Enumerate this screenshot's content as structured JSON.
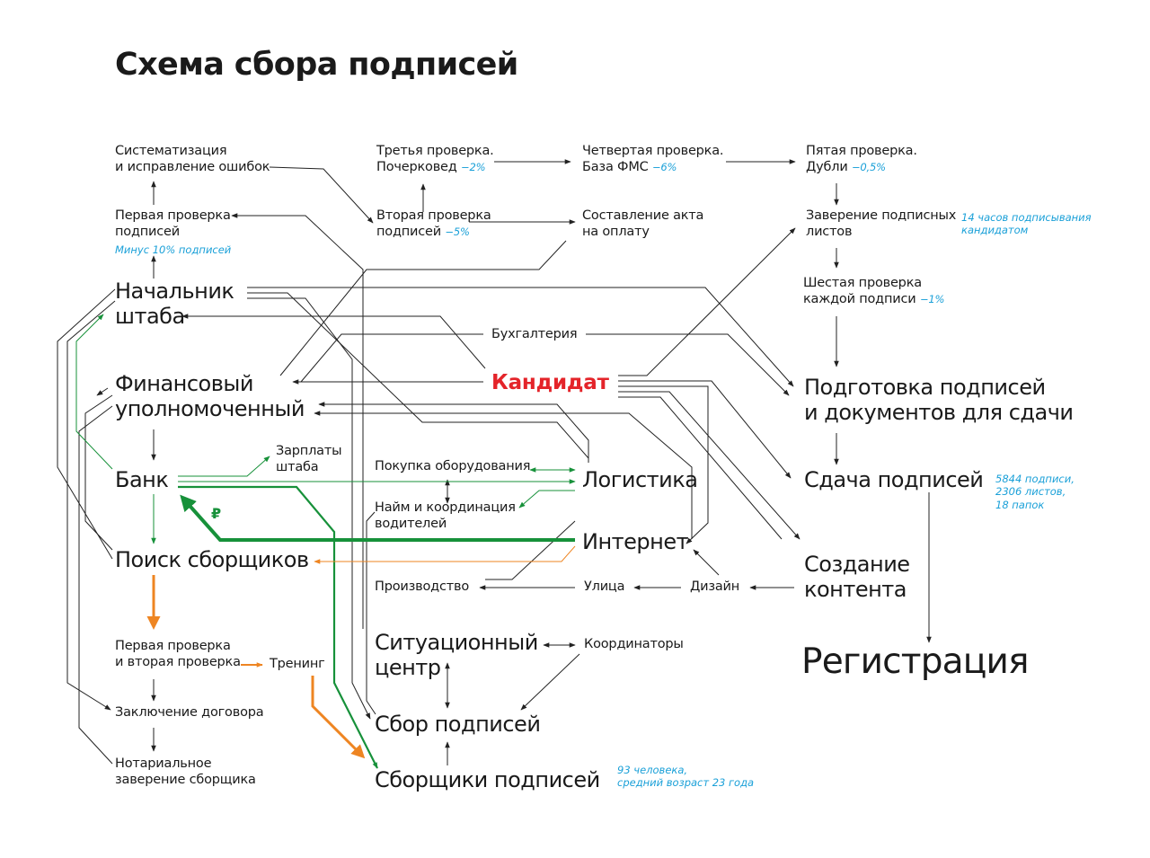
{
  "title": "Схема сбора подписей",
  "colors": {
    "text": "#1a1a1a",
    "line": "#222222",
    "candidate": "#e4242a",
    "note": "#1aa0d8",
    "green": "#17913a",
    "orange": "#ee8522"
  },
  "nodes": {
    "systematization": {
      "l1": "Систематизация",
      "l2": "и исправление ошибок"
    },
    "first_check": {
      "l1": "Первая проверка",
      "l2": "подписей"
    },
    "third_check": {
      "l1": "Третья проверка.",
      "l2": "Почерковед",
      "note": "−2%"
    },
    "second_check": {
      "l1": "Вторая проверка",
      "l2": "подписей",
      "note": "−5%"
    },
    "fourth_check": {
      "l1": "Четвертая проверка.",
      "l2": "База ФМС",
      "note": "−6%"
    },
    "act": {
      "l1": "Составление акта",
      "l2": "на оплату"
    },
    "fifth_check": {
      "l1": "Пятая проверка.",
      "l2": "Дубли",
      "note": "−0,5%"
    },
    "certification": {
      "l1": "Заверение подписных",
      "l2": "листов"
    },
    "sixth_check": {
      "l1": "Шестая проверка",
      "l2": "каждой подписи",
      "note": "−1%"
    },
    "chief": {
      "l1": "Начальник",
      "l2": "штаба"
    },
    "accounting": "Бухгалтерия",
    "financial": {
      "l1": "Финансовый",
      "l2": "уполномоченный"
    },
    "candidate": "Кандидат",
    "preparation": {
      "l1": "Подготовка подписей",
      "l2": "и документов для сдачи"
    },
    "bank": "Банк",
    "salaries": {
      "l1": "Зарплаты",
      "l2": "штаба"
    },
    "purchase": "Покупка оборудования",
    "logistics": "Логистика",
    "hiring": {
      "l1": "Найм и координация",
      "l2": "водителей"
    },
    "submission": "Сдача подписей",
    "internet": "Интернет",
    "search": "Поиск сборщиков",
    "content": {
      "l1": "Создание",
      "l2": "контента"
    },
    "production": "Производство",
    "street": "Улица",
    "design": "Дизайн",
    "first_second": {
      "l1": "Первая проверка",
      "l2": "и вторая проверка"
    },
    "training": "Тренинг",
    "situation": {
      "l1": "Ситуационный",
      "l2": "центр"
    },
    "coordinators": "Координаторы",
    "registration": "Регистрация",
    "contract": "Заключение договора",
    "collection": "Сбор подписей",
    "notary": {
      "l1": "Нотариальное",
      "l2": "заверение сборщика"
    },
    "collectors": "Сборщики подписей"
  },
  "notes": {
    "minus10": "Минус 10% подписей",
    "hours14": {
      "l1": "14 часов подписывания",
      "l2": "кандидатом"
    },
    "submission_stats": {
      "l1": "5844 подписи,",
      "l2": "2306 листов,",
      "l3": "18 папок"
    },
    "collectors_stats": {
      "l1": "93 человека,",
      "l2": "средний возраст 23 года"
    }
  },
  "ruble_sign": "₽"
}
